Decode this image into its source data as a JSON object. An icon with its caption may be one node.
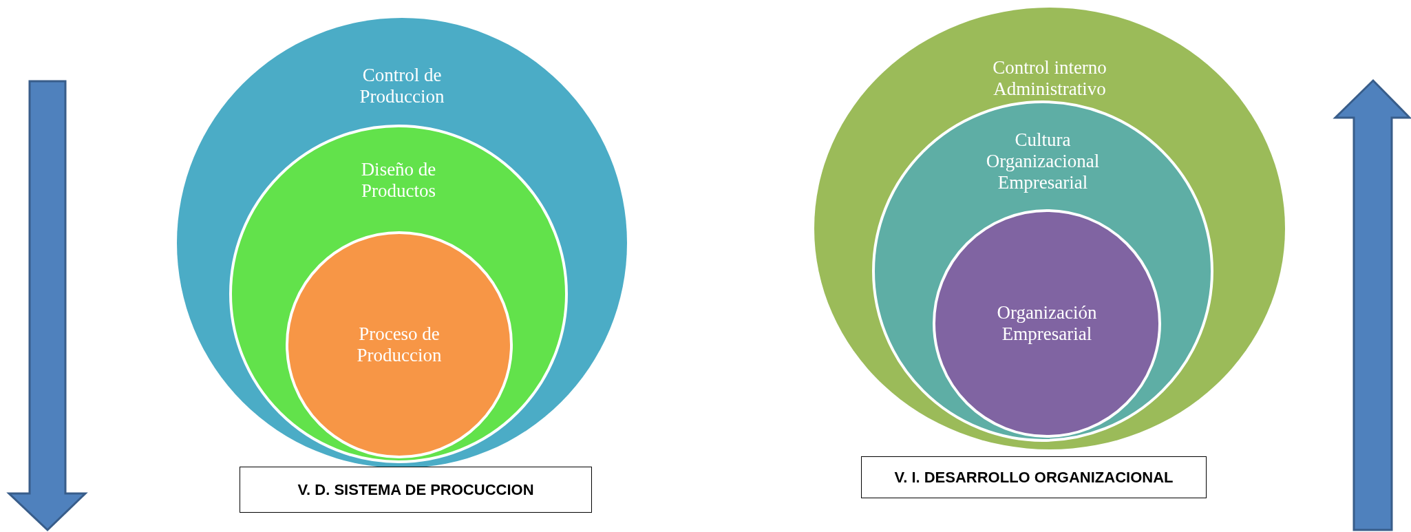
{
  "diagram": {
    "nodes": [
      {
        "text": [
          "Control de Produccion"
        ]
      },
      {
        "text": [
          "Diseño de Productos"
        ],
        "in": 0
      },
      {
        "text": [
          "Proceso de Produccion"
        ],
        "in": 1
      },
      {
        "text": [
          "V. D. SISTEMA DE PROCUCCION"
        ]
      },
      {
        "text": [
          "Control interno Administrativo"
        ]
      },
      {
        "text": [
          "Cultura Organizacional Empresarial"
        ],
        "in": 4
      },
      {
        "text": [
          "Organización Empresarial"
        ],
        "in": 5
      },
      {
        "text": [
          "V. I. DESARROLLO ORGANIZACIONAL"
        ]
      }
    ],
    "edges": []
  }
}
